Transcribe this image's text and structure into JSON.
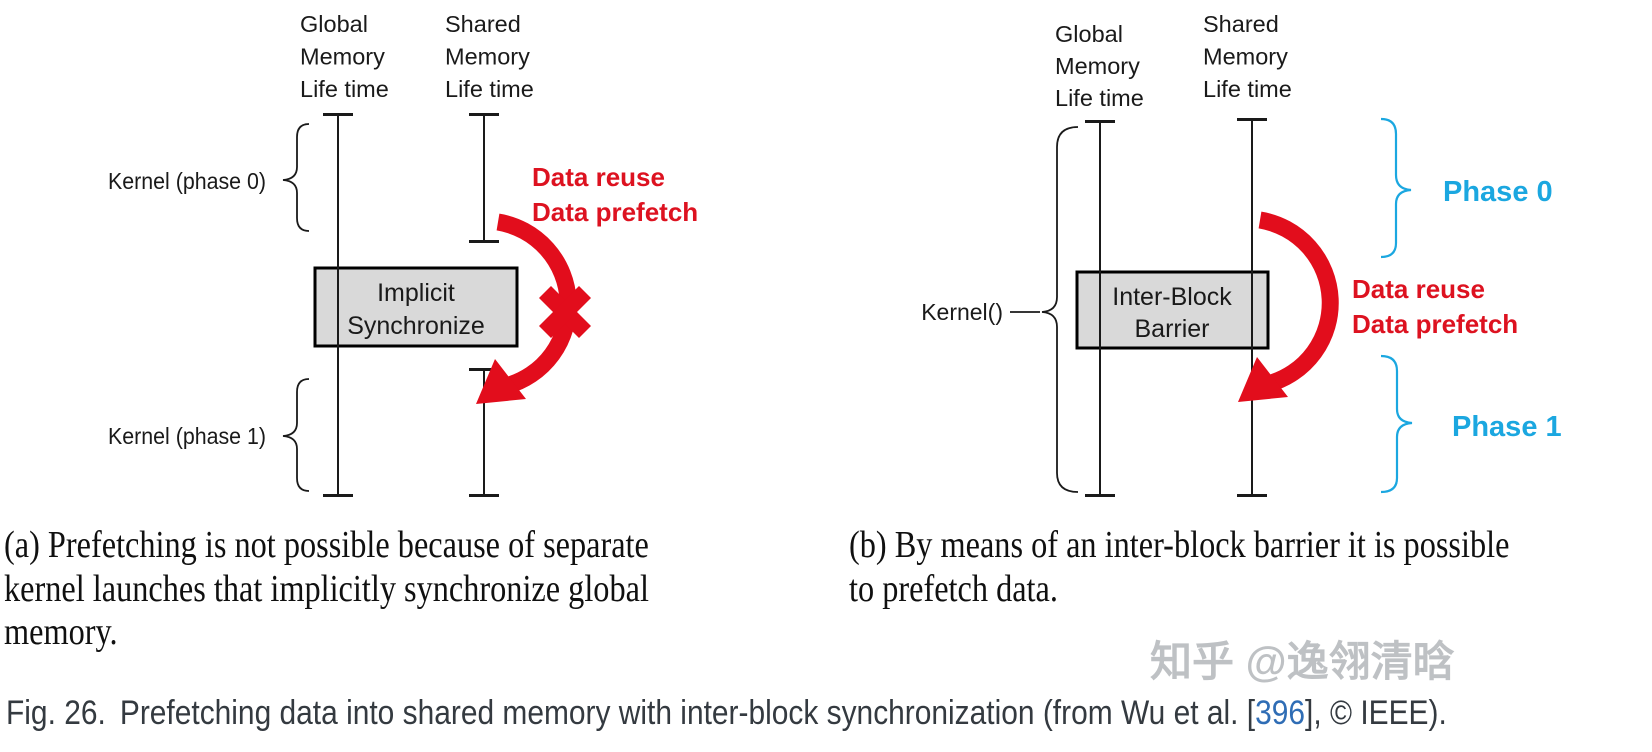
{
  "panel_a": {
    "global_memory_label": {
      "line1": "Global",
      "line2": "Memory",
      "line3": "Life time"
    },
    "shared_memory_label": {
      "line1": "Shared",
      "line2": "Memory",
      "line3": "Life time"
    },
    "kernel_phase0_label": "Kernel (phase 0)",
    "kernel_phase1_label": "Kernel (phase 1)",
    "sync_box": {
      "line1": "Implicit",
      "line2": "Synchronize"
    },
    "annotation": {
      "line1": "Data reuse",
      "line2": "Data prefetch"
    },
    "caption": {
      "line1": "(a) Prefetching is not possible because of separate",
      "line2": "kernel launches that implicitly synchronize global",
      "line3": "memory."
    }
  },
  "panel_b": {
    "global_memory_label": {
      "line1": "Global",
      "line2": "Memory",
      "line3": "Life time"
    },
    "shared_memory_label": {
      "line1": "Shared",
      "line2": "Memory",
      "line3": "Life time"
    },
    "kernel_label": "Kernel()",
    "barrier_box": {
      "line1": "Inter-Block",
      "line2": "Barrier"
    },
    "annotation": {
      "line1": "Data reuse",
      "line2": "Data prefetch"
    },
    "phase0_label": "Phase 0",
    "phase1_label": "Phase 1",
    "caption": {
      "line1": "(b) By means of an inter-block barrier it is possible",
      "line2": "to prefetch data."
    }
  },
  "figure_caption": {
    "label": "Fig. 26.",
    "body": "Prefetching data into shared memory with inter-block synchronization (from Wu et al. [",
    "reference": "396",
    "suffix": "], © IEEE)."
  },
  "watermark": "知乎 @逸翎清晗",
  "colors": {
    "red": "#dd1220",
    "arrow_red": "#e20d1c",
    "cyan": "#1ba7e0",
    "box_fill": "#d9d9d9",
    "box_border": "#000000",
    "line_black": "#1a1a1a",
    "reference_blue": "#2f6db5",
    "caption_gray": "#343a40"
  }
}
